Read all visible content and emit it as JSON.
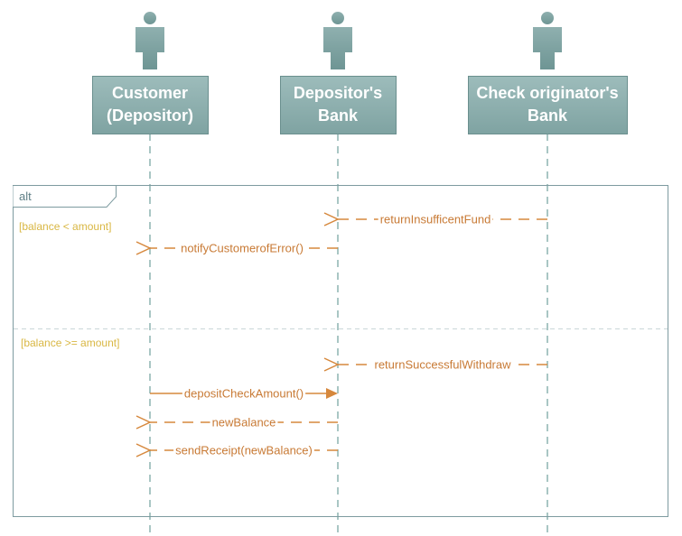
{
  "participants": [
    {
      "id": "customer",
      "lines": [
        "Customer",
        "(Depositor)"
      ]
    },
    {
      "id": "depositor-bank",
      "lines": [
        "Depositor's",
        "Bank"
      ]
    },
    {
      "id": "originator-bank",
      "lines": [
        "Check originator's",
        "Bank"
      ]
    }
  ],
  "frame": {
    "operator": "alt",
    "operands": [
      {
        "guard": "[balance < amount]",
        "messages": [
          {
            "from": "originator-bank",
            "to": "depositor-bank",
            "label": "returnInsufficentFund",
            "kind": "return"
          },
          {
            "from": "depositor-bank",
            "to": "customer",
            "label": "notifyCustomerofError()",
            "kind": "return"
          }
        ]
      },
      {
        "guard": "[balance >= amount]",
        "messages": [
          {
            "from": "originator-bank",
            "to": "depositor-bank",
            "label": "returnSuccessfulWithdraw",
            "kind": "return"
          },
          {
            "from": "customer",
            "to": "depositor-bank",
            "label": "depositCheckAmount()",
            "kind": "call"
          },
          {
            "from": "depositor-bank",
            "to": "customer",
            "label": "newBalance",
            "kind": "return"
          },
          {
            "from": "depositor-bank",
            "to": "customer",
            "label": "sendReceipt(newBalance)",
            "kind": "return"
          }
        ]
      }
    ]
  },
  "colors": {
    "actor_fill": "#88aaa9",
    "actor_border": "#6a8f8e",
    "lifeline": "#a9c6c4",
    "message": "#d6883d",
    "guard_text": "#d9b743",
    "frame_border": "#7e9ba0"
  }
}
